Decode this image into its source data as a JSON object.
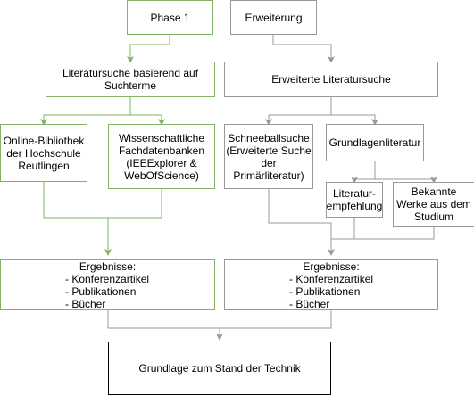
{
  "colors": {
    "green": "#82b366",
    "gray": "#999999",
    "black": "#000000"
  },
  "nodes": {
    "phase1": "Phase 1",
    "erweiterung": "Erweiterung",
    "literatursuche": "Literatursuche basierend auf\nSuchterme",
    "erweiterte_literatursuche": "Erweiterte Literatursuche",
    "online_bibliothek": "Online-Bibliothek\nder Hochschule\nReutlingen",
    "fachdatenbanken": "Wissenschaftliche\nFachdatenbanken\n(IEEExplorer &\nWebOfScience)",
    "schneeballsuche": "Schneeballsuche\n(Erweiterte Suche\nder\nPrimärliteratur)",
    "grundlagenliteratur": "Grundlagenliteratur",
    "literaturempfehlung": "Literatur-\nempfehlung",
    "bekannte_werke": "Bekannte\nWerke aus dem\nStudium",
    "ergebnisse_left": {
      "title": "Ergebnisse:",
      "items": [
        "- Konferenzartikel",
        "- Publikationen",
        "- Bücher"
      ]
    },
    "ergebnisse_right": {
      "title": "Ergebnisse:",
      "items": [
        "- Konferenzartikel",
        "- Publikationen",
        "- Bücher"
      ]
    },
    "grundlage": "Grundlage zum Stand der Technik"
  }
}
